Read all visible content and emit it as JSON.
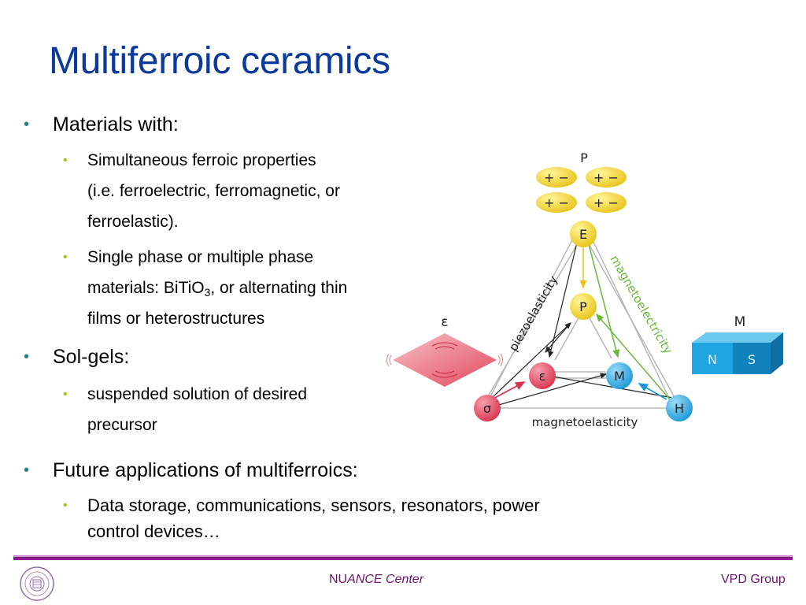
{
  "slide": {
    "title": "Multiferroic ceramics",
    "bullets": [
      {
        "text": "Materials with:",
        "children": [
          {
            "lines": [
              "Simultaneous ferroic properties",
              "(i.e. ferroelectric, ferromagnetic, or",
              "ferroelastic)."
            ]
          },
          {
            "line1": "Single phase or multiple phase",
            "line2_pre": "materials: BiTiO",
            "line2_sub": "3",
            "line2_post": ", or alternating thin",
            "line3": "films or heterostructures"
          }
        ]
      },
      {
        "text": "Sol-gels:",
        "children": [
          {
            "lines": [
              "suspended solution of desired",
              "precursor"
            ]
          }
        ]
      },
      {
        "text": "Future applications of multiferroics:",
        "children": [
          {
            "lines": [
              "Data storage, communications, sensors, resonators, power",
              "control devices…"
            ]
          }
        ]
      }
    ]
  },
  "diagram": {
    "top_label": "P",
    "dipoles": [
      "+ −",
      "+ −",
      "+ −",
      "+ −"
    ],
    "nodes": {
      "E": "E",
      "P": "P",
      "epsilon": "ε",
      "M": "M",
      "sigma": "σ",
      "H": "H"
    },
    "edge_labels": {
      "left": "piezoelasticity",
      "right": "magnetoelectricity",
      "bottom": "magnetoelasticity"
    },
    "strain_label": "ε",
    "magnet_label": "M",
    "magnet_poles": [
      "N",
      "S"
    ],
    "colors": {
      "yellow": "#f2d22e",
      "red": "#e0455f",
      "blue": "#2fa8e0",
      "green": "#6ab83a"
    }
  },
  "footer": {
    "center_prefix": "NU",
    "center_italic": "ANCE Center",
    "right": "VPD Group",
    "seal_icon": "university-seal"
  },
  "colors": {
    "title": "#0a3a9a",
    "bullet_l1": "#1a8a80",
    "bullet_l2": "#98c41c",
    "footer": "#6e1470",
    "footer_rule": "#8a1a86"
  }
}
